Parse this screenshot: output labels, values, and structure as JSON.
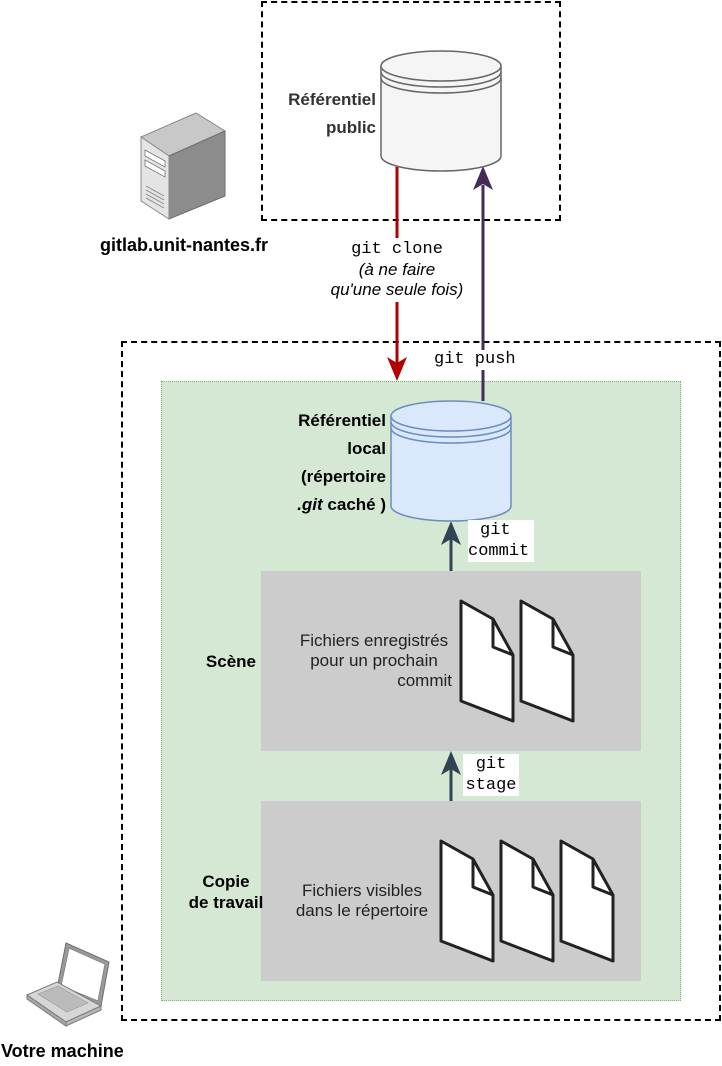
{
  "server": {
    "host_label": "gitlab.unit-nantes.fr",
    "repo_line1": "Référentiel",
    "repo_line2": "public"
  },
  "commands": {
    "clone": "git clone",
    "clone_note_line1": "(à ne faire",
    "clone_note_line2": "qu'une seule fois)",
    "push": "git push",
    "commit_line1": "git",
    "commit_line2": "commit",
    "stage_line1": "git",
    "stage_line2": "stage"
  },
  "local": {
    "repo_line1": "Référentiel",
    "repo_line2": "local",
    "repo_line3": "(répertoire",
    "repo_line4_italic": ".git",
    "repo_line4_rest": " caché )",
    "scene_label": "Scène",
    "scene_desc_line1": "Fichiers enregistrés",
    "scene_desc_line2": "pour un prochain",
    "scene_desc_line3": "commit",
    "work_label_line1": "Copie",
    "work_label_line2": "de travail",
    "work_desc_line1": "Fichiers visibles",
    "work_desc_line2": "dans le répertoire",
    "machine_label": "Votre machine"
  },
  "colors": {
    "clone_arrow": "#b20000",
    "push_arrow": "#432d57",
    "stage_arrow": "#314354",
    "local_repo_fill": "#dae8fc",
    "local_repo_stroke": "#6c8ebf",
    "public_repo_fill": "#f5f5f5",
    "green_fill": "#d5e8d4",
    "grey_fill": "#cccccc"
  },
  "icons": [
    "server-icon",
    "database-icon",
    "file-icon",
    "laptop-icon"
  ]
}
